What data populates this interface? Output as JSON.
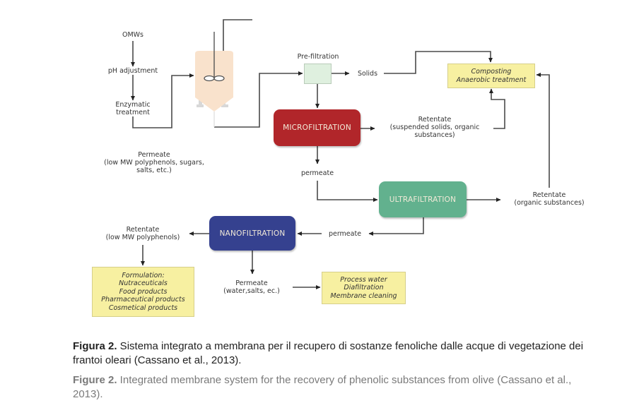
{
  "diagram": {
    "inputs": {
      "omws": "OMWs",
      "ph_adjustment": "pH adjustment",
      "enzymatic_treatment": [
        "Enzymatic",
        "treatment"
      ]
    },
    "prefiltration": {
      "label": "Pre-filtration",
      "solids": "Solids"
    },
    "composting": {
      "lines": [
        "Composting",
        "Anaerobic treatment"
      ]
    },
    "microfiltration": {
      "label": "MICROFILTRATION",
      "retentate": [
        "Retentate",
        "(suspended solids, organic",
        "substances)"
      ],
      "permeate": "permeate"
    },
    "side_permeate": [
      "Permeate",
      "(low MW polyphenols, sugars,",
      "salts, etc.)"
    ],
    "ultrafiltration": {
      "label": "ULTRAFILTRATION",
      "retentate": [
        "Retentate",
        "(organic substances)"
      ],
      "permeate": "permeate"
    },
    "nanofiltration": {
      "label": "NANOFILTRATION",
      "retentate": [
        "Retentate",
        "(low MW polyphenols)"
      ],
      "permeate": [
        "Permeate",
        "(water,salts, ec.)"
      ]
    },
    "formulation": {
      "lines": [
        "Formulation:",
        "Nutraceuticals",
        "Food products",
        "Pharmaceutical products",
        "Cosmetical products"
      ]
    },
    "process_water": {
      "lines": [
        "Process water",
        "Diafiltration",
        "Membrane cleaning"
      ]
    },
    "colors": {
      "microfiltration": "#b1262a",
      "ultrafiltration": "#62b18e",
      "nanofiltration": "#35418f",
      "prefiltration": "#dff0df",
      "note": "#f7f0a1",
      "tank": "#f9e2cc"
    }
  },
  "caption": {
    "it_bold": "Figura 2.",
    "it_text": " Sistema integrato a membrana per il recupero di sostanze fenoliche dalle acque di vegetazione dei frantoi oleari (Cassano et al., 2013).",
    "en_bold": "Figure 2.",
    "en_text": " Integrated membrane system for the recovery of phenolic substances from olive (Cassano et al., 2013)."
  }
}
